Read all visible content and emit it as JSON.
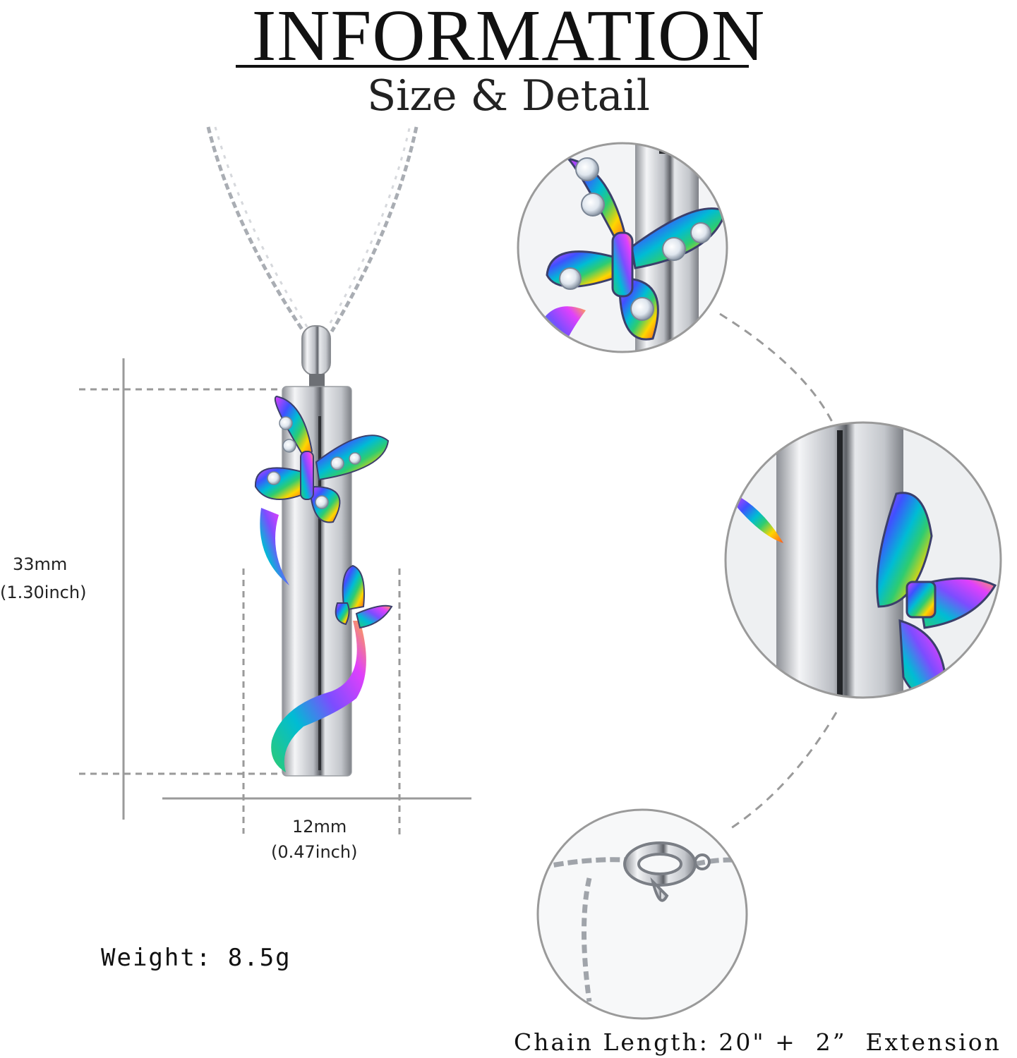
{
  "header": {
    "title": "INFORMATION",
    "subtitle": "Size & Detail"
  },
  "dimensions": {
    "height_mm": "33mm",
    "height_in": "(1.30inch)",
    "width_mm": "12mm",
    "width_in": "(0.47inch)"
  },
  "specs": {
    "weight": "Weight: 8.5g",
    "chain_length": "Chain Length: 20\" +  2”  Extension"
  },
  "colors": {
    "accent_rainbow": [
      "#e040fb",
      "#3f51ff",
      "#00bcd4",
      "#2ecc71",
      "#ffd600",
      "#ff5722"
    ],
    "silver": "#c9ccd1",
    "guide_line": "#9a9a9a"
  },
  "icons": [
    "butterfly-icon",
    "crystal-icon",
    "lobster-clasp-icon"
  ]
}
